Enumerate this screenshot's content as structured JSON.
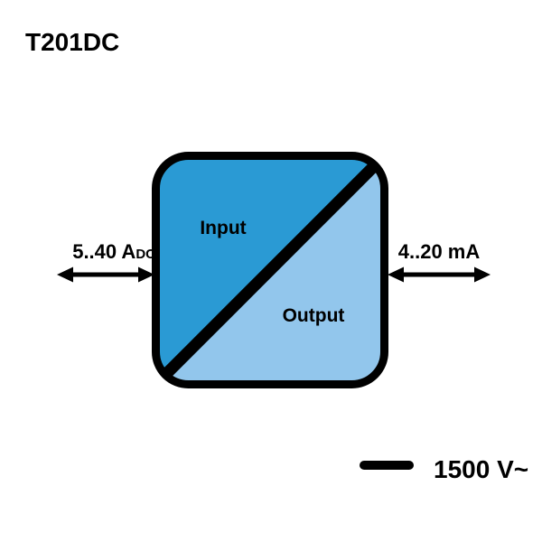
{
  "title": "T201DC",
  "device": {
    "input_label": "Input",
    "output_label": "Output",
    "colors": {
      "input_fill": "#2A9AD4",
      "output_fill": "#92C6EC",
      "outline": "#000000"
    }
  },
  "left_connection": {
    "range_main": "5..40 A",
    "range_sub": "DC"
  },
  "right_connection": {
    "range": "4..20 mA"
  },
  "isolation": {
    "voltage_label": "1500 V~"
  }
}
